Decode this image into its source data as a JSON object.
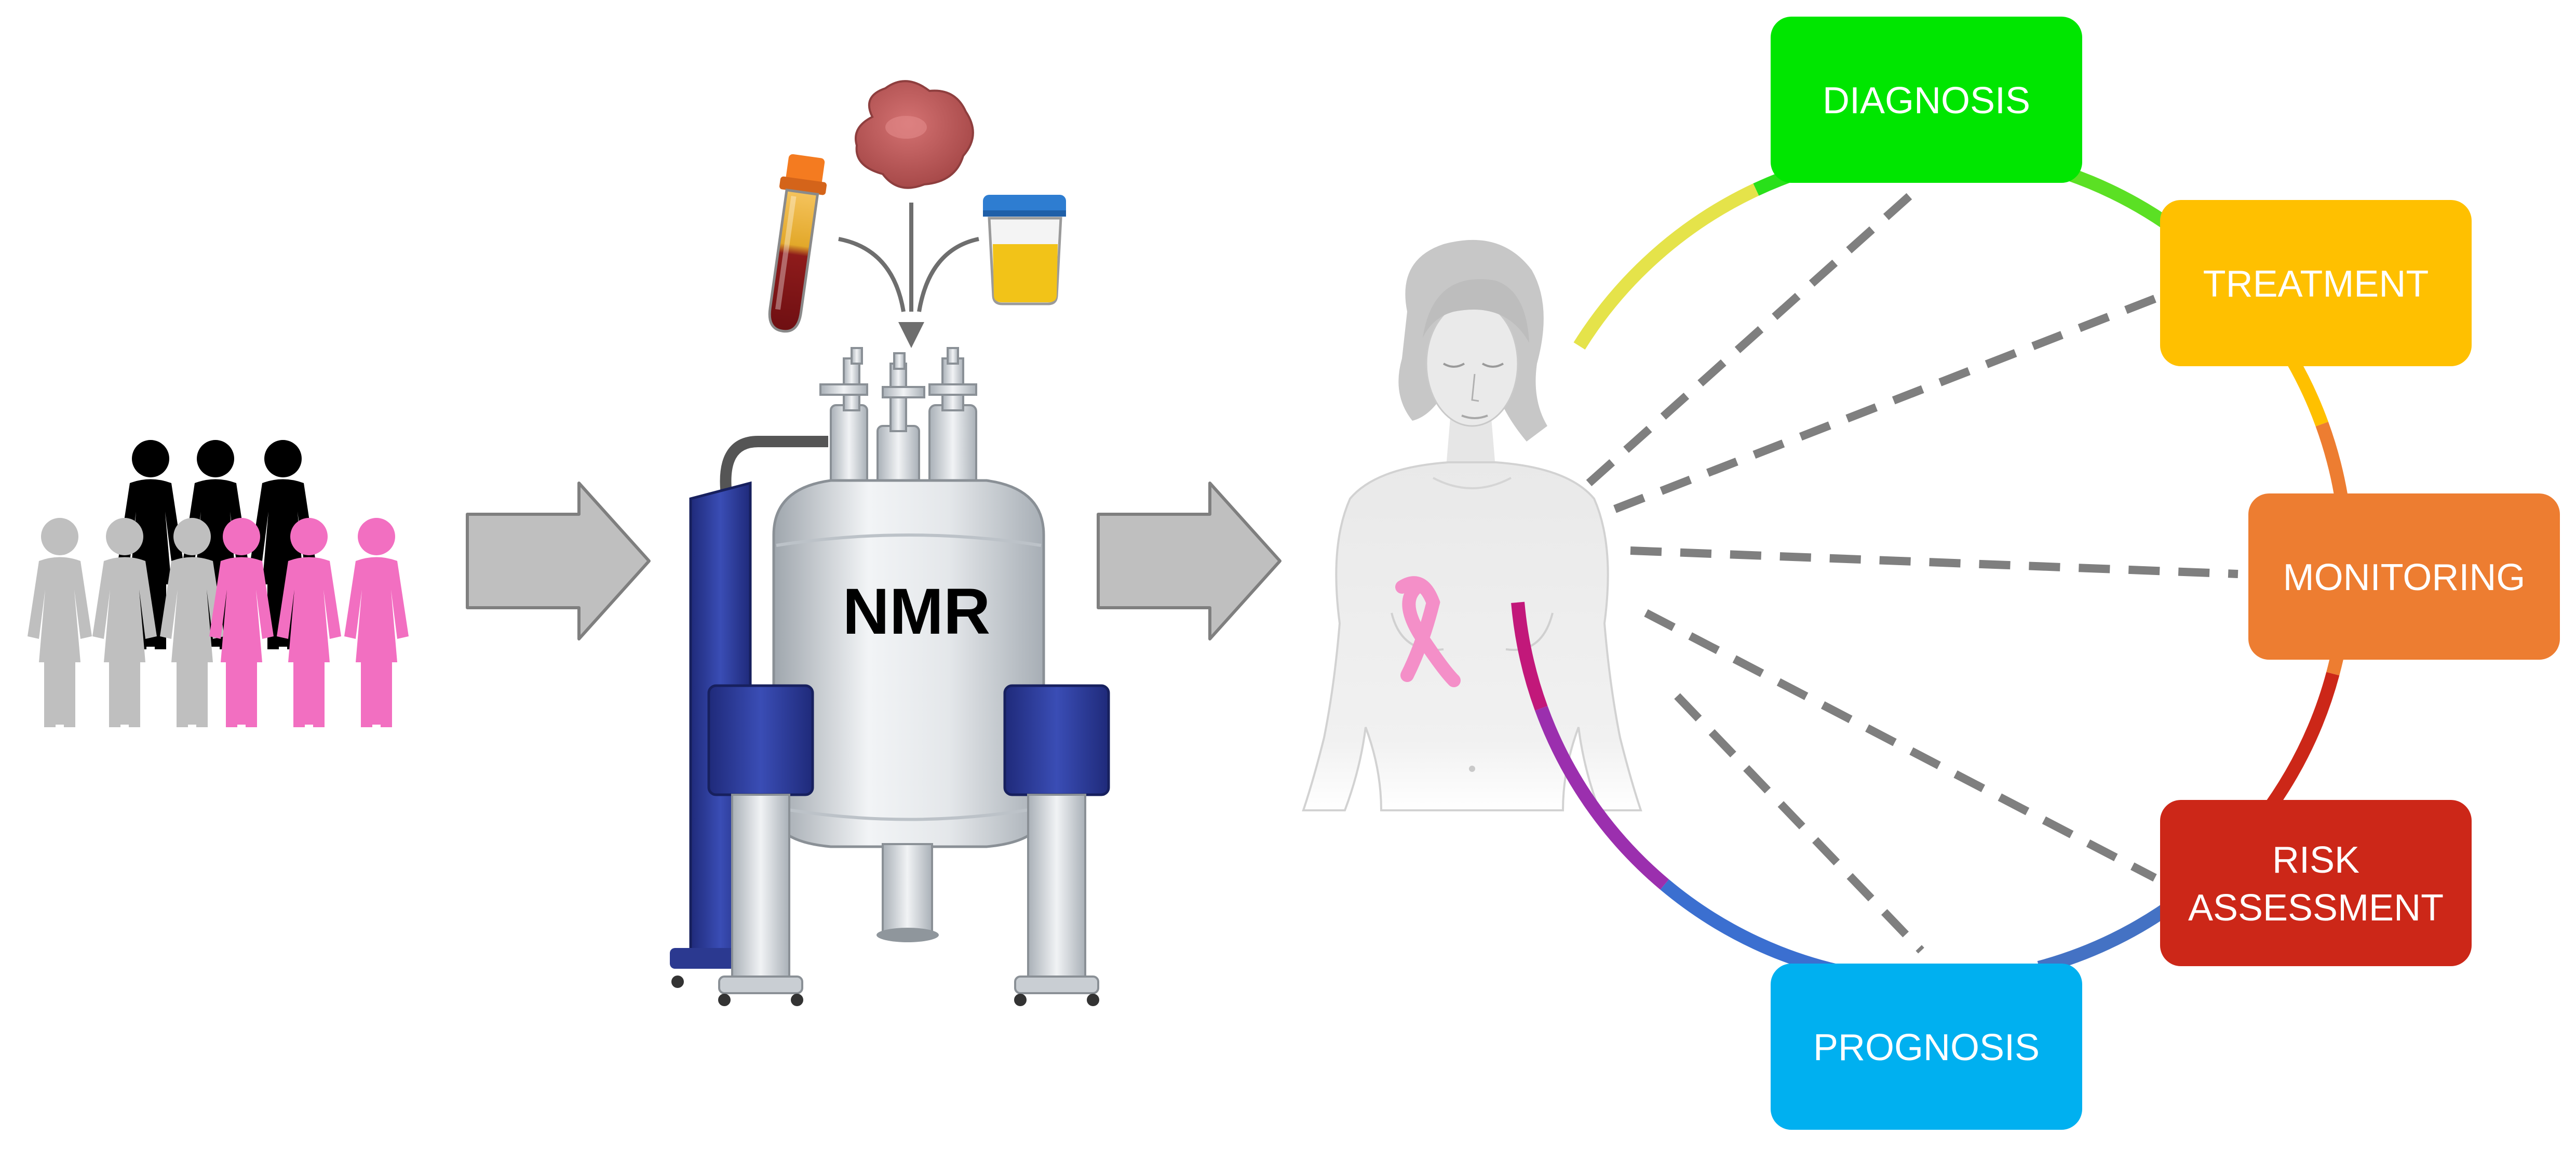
{
  "nmr": {
    "label": "NMR"
  },
  "outcomes": [
    {
      "label": "DIAGNOSIS",
      "color": "#00E600",
      "lines": [
        "DIAGNOSIS"
      ]
    },
    {
      "label": "TREATMENT",
      "color": "#FFC000",
      "lines": [
        "TREATMENT"
      ]
    },
    {
      "label": "MONITORING",
      "color": "#ED7D31",
      "lines": [
        "MONITORING"
      ]
    },
    {
      "label": "RISK ASSESSMENT",
      "color": "#CC2718",
      "lines": [
        "RISK",
        "ASSESSMENT"
      ]
    },
    {
      "label": "PROGNOSIS",
      "color": "#00B0F0",
      "lines": [
        "PROGNOSIS"
      ]
    }
  ],
  "colors": {
    "arrow_fill": "#BFBFBF",
    "arrow_stroke": "#7F7F7F",
    "dash": "#7F7F7F",
    "people_gray": "#BFBFBF",
    "people_black": "#000000",
    "people_pink": "#F26FC1",
    "magnet_blue": "#2B3990",
    "ribbon": "#F48FC8"
  },
  "icons": {
    "population": "population-icon",
    "samples": [
      "blood-tube-icon",
      "tissue-sample-icon",
      "urine-cup-icon"
    ],
    "spectrometer": "nmr-spectrometer-icon",
    "patient": "female-patient-icon",
    "ribbon": "pink-ribbon-icon"
  }
}
